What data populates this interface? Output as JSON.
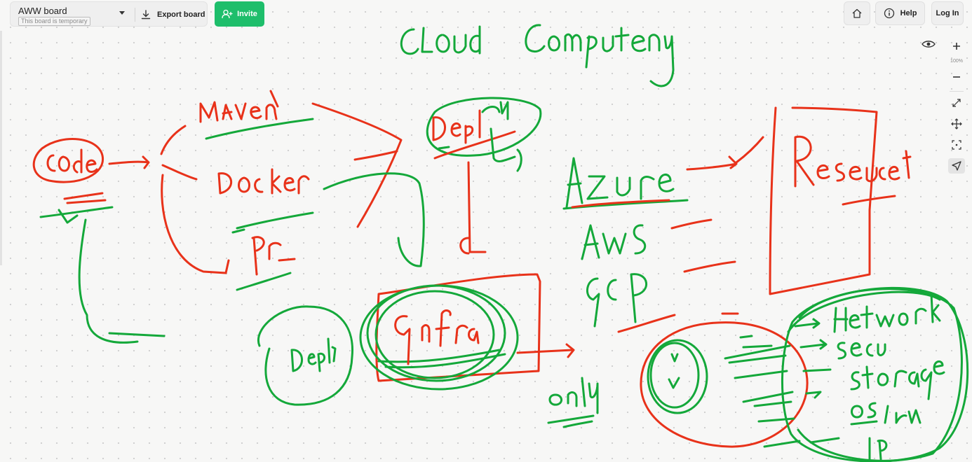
{
  "header": {
    "board_name": "AWW board",
    "temp_notice": "This board is temporary",
    "export_label": "Export board",
    "invite_label": "Invite",
    "help_label": "Help",
    "login_label": "Log In"
  },
  "toolbar": {
    "zoom_level": "100%",
    "tools": [
      "view-icon",
      "zoom-in-icon",
      "zoom-out-icon",
      "fit-screen-icon",
      "pan-icon",
      "focus-icon",
      "pointer-icon"
    ]
  },
  "icons": {
    "dropdown": "chevron-down-icon",
    "export": "download-icon",
    "invite": "add-user-icon",
    "home": "home-icon",
    "help": "info-icon"
  },
  "colors": {
    "accent": "#1ebe6b",
    "ink_red": "#e8321a",
    "ink_green": "#14a83a",
    "background": "#f7f7f6"
  }
}
